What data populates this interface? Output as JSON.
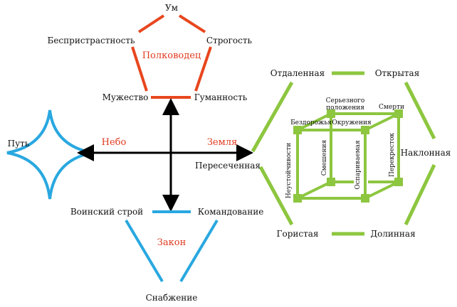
{
  "commander": {
    "top": "Ум",
    "left": "Беспристрастность",
    "right": "Строгость",
    "bottom_left": "Мужество",
    "bottom_right": "Гуманность",
    "center": "Полководец",
    "color": "#e8461e"
  },
  "way": {
    "label": "Путь",
    "color": "#29a8e0"
  },
  "axes": {
    "heaven": "Небо",
    "earth": "Земля"
  },
  "law": {
    "left": "Воинский строй",
    "right": "Командование",
    "center": "Закон",
    "bottom": "Снабжение",
    "color": "#29a8e0"
  },
  "terrain": {
    "top_left": "Отдаленная",
    "top_right": "Открытая",
    "left": "Пересеченная",
    "right": "Наклонная",
    "bottom_left": "Гористая",
    "bottom_right": "Долинная",
    "color": "#8dc63f"
  },
  "cube": {
    "serious": "Серьезного",
    "serious2": "положения",
    "death": "Смерти",
    "roadless": "Бездорожья",
    "encircle": "Окружения",
    "instability": "Неустойчивости",
    "mixing": "Смешения",
    "contested": "Оспариваемая",
    "crossroads": "Перекресток"
  }
}
